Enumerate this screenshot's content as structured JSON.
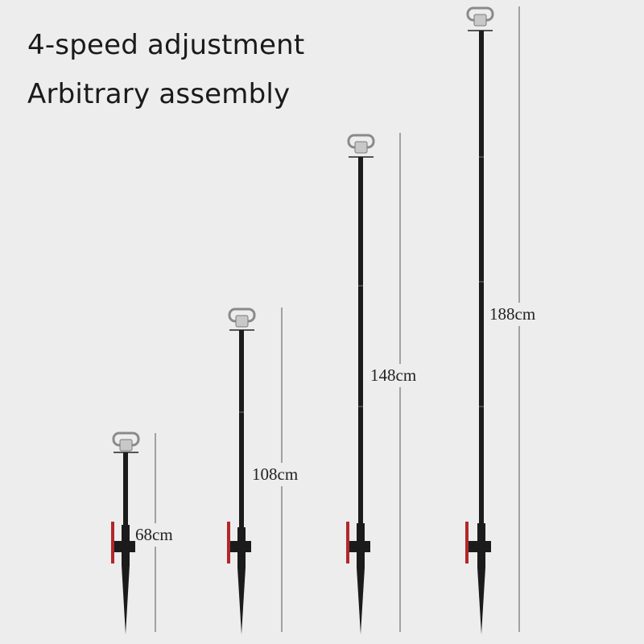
{
  "headline": {
    "line1": "4-speed adjustment",
    "line2": "Arbitrary assembly"
  },
  "poles": [
    {
      "length_label": "68cm",
      "segments": 1
    },
    {
      "length_label": "108cm",
      "segments": 2
    },
    {
      "length_label": "148cm",
      "segments": 3
    },
    {
      "length_label": "188cm",
      "segments": 4
    }
  ],
  "colors": {
    "background": "#ededed",
    "pole": "#1b1b1b",
    "accent_red": "#b3262a",
    "head_metal": "#9a9a9a",
    "dimension_line": "#555555"
  }
}
